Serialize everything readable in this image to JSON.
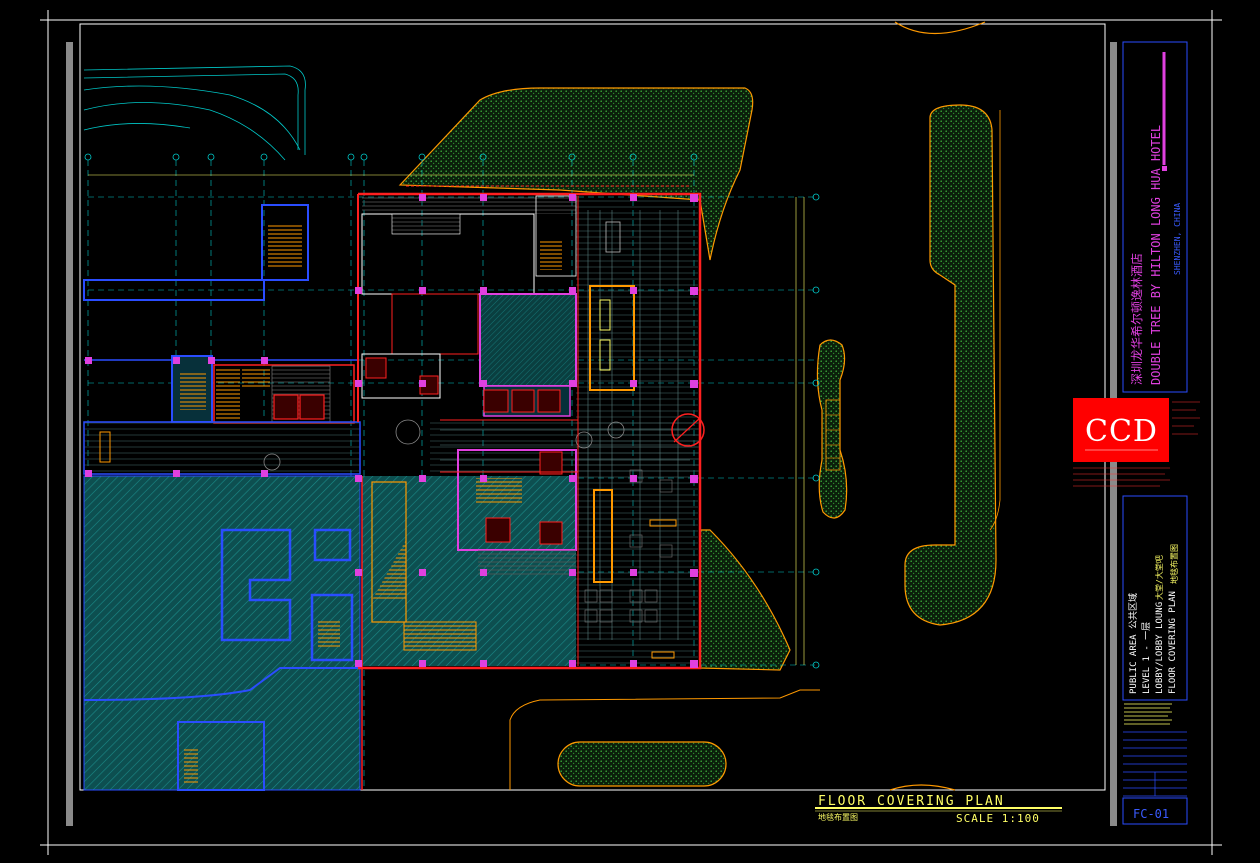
{
  "drawing": {
    "title": "FLOOR  COVERING  PLAN",
    "subtitle": "地毯布置图",
    "scale": "SCALE 1:100"
  },
  "title_block": {
    "project_cn": "深圳龙华希尔顿逸林酒店",
    "project_en": "DOUBLE  TREE BY HILTON LONG HUA HOTEL",
    "location": "SHENZHEN, CHINA",
    "logo": "CCD",
    "area_line1": "PUBLIC AREA  公共区域",
    "area_line2": "LEVEL 1 - 一层",
    "area_line3": "LOBBY/LOBBY LOUNG",
    "area_line3_cn": "大堂/大堂吧",
    "area_line4": "FLOOR  COVERING  PLAN",
    "area_line4_cn": "地毯布置图",
    "sheet_no": "FC-01"
  },
  "colors": {
    "background": "#000000",
    "frame": "#ffffff",
    "wall_red": "#ff2020",
    "wall_blue": "#2a4dff",
    "column_magenta": "#e040e0",
    "grid_cyan": "#00c8c8",
    "hatch_teal": "#147a78",
    "landscape_green": "#2e8b2e",
    "furniture_orange": "#ff9900",
    "annotation_yellow": "#ffff66",
    "logo_red": "#ff0000"
  }
}
